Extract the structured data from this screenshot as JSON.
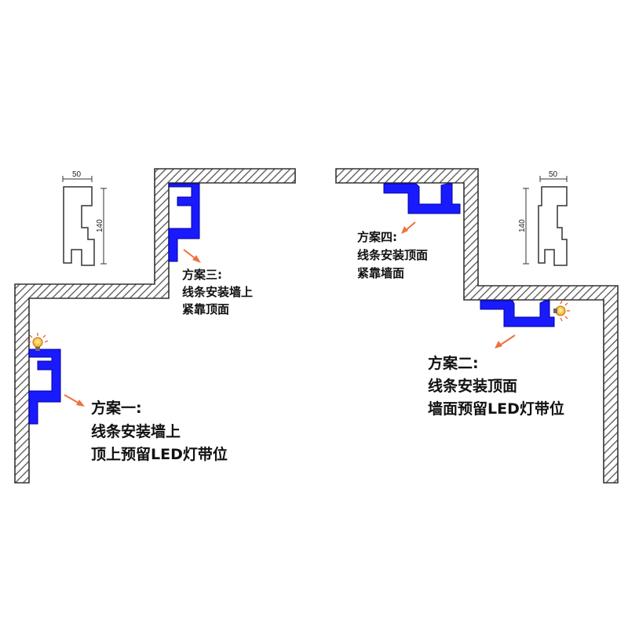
{
  "colors": {
    "wall_fill": "#ffffff",
    "wall_outline": "#333333",
    "hatch": "#555555",
    "molding": "#1a1aff",
    "molding_outline": "#0000a0",
    "arrow": "#f07040",
    "bulb": "#f5a623",
    "text": "#111111"
  },
  "profile_left": {
    "width_label": "50",
    "height_label": "140"
  },
  "profile_right": {
    "width_label": "50",
    "height_label": "140"
  },
  "option1": {
    "title": "方案一:",
    "line1": "线条安装墙上",
    "line2": "顶上预留LED灯带位",
    "icon": "light-bulb-icon"
  },
  "option2": {
    "title": "方案二:",
    "line1": "线条安装顶面",
    "line2": "墙面预留LED灯带位",
    "icon": "light-bulb-icon"
  },
  "option3": {
    "title": "方案三:",
    "line1": "线条安装墙上",
    "line2": "紧靠顶面"
  },
  "option4": {
    "title": "方案四:",
    "line1": "线条安装顶面",
    "line2": "紧靠墙面"
  }
}
